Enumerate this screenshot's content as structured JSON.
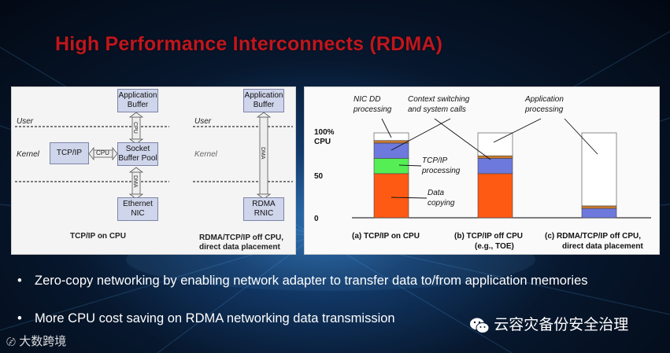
{
  "slide": {
    "title": "High Performance Interconnects (RDMA)",
    "bullets": [
      "Zero-copy networking by enabling network adapter to transfer data to/from application memories",
      "More CPU cost saving on RDMA networking data transmission"
    ]
  },
  "left_diagram": {
    "tcp": {
      "app_buffer": [
        "Application",
        "Buffer"
      ],
      "user_label": "User",
      "kernel_label": "Kernel",
      "tcpip_box": "TCP/IP",
      "cpu_side_label": "CPU",
      "socket_buffer": [
        "Socket",
        "Buffer Pool"
      ],
      "cpu_up_label": "CPU",
      "dma_label": "DMA",
      "nic": [
        "Ethernet",
        "NIC"
      ],
      "caption": "TCP/IP on CPU"
    },
    "rdma": {
      "app_buffer": [
        "Application",
        "Buffer"
      ],
      "user_label": "User",
      "kernel_label": "Kernel",
      "dma_label": "DMA",
      "nic": [
        "RDMA",
        "RNIC"
      ],
      "caption": [
        "RDMA/TCP/IP off CPU,",
        "direct data placement"
      ]
    }
  },
  "chart_data": {
    "type": "bar",
    "stacked": true,
    "categories": [
      "(a)  TCP/IP on CPU",
      "(b)  TCP/IP off CPU (e.g., TOE)",
      "(c)  RDMA/TCP/IP off CPU, direct data placement"
    ],
    "category_lines": [
      [
        "(a)  TCP/IP on CPU"
      ],
      [
        "(b)  TCP/IP off CPU",
        "(e.g., TOE)"
      ],
      [
        "(c)  RDMA/TCP/IP off CPU,",
        "direct data placement"
      ]
    ],
    "series": [
      {
        "name": "Data copying",
        "values": [
          52,
          52,
          0
        ],
        "color": "#ff5a14"
      },
      {
        "name": "TCP/IP processing",
        "values": [
          18,
          0,
          0
        ],
        "color": "#55ee55"
      },
      {
        "name": "Context switching and system calls",
        "values": [
          18,
          18,
          11
        ],
        "color": "#6d79dd"
      },
      {
        "name": "NIC DD processing",
        "values": [
          3,
          3,
          3
        ],
        "color": "#cc7a2c"
      },
      {
        "name": "Application processing",
        "values": [
          9,
          27,
          86
        ],
        "color": "#ffffff"
      }
    ],
    "ylim": [
      0,
      100
    ],
    "ytick_labels": [
      "0",
      "50",
      "100%\nCPU"
    ],
    "yticks": [
      0,
      50,
      100
    ],
    "annotations": {
      "nic": [
        "NIC DD",
        "processing"
      ],
      "ctx": [
        "Context switching",
        "and system calls"
      ],
      "app": [
        "Application",
        "processing"
      ],
      "tcpip": [
        "TCP/IP",
        "processing"
      ],
      "data": [
        "Data",
        "copying"
      ]
    }
  },
  "watermarks": {
    "logo_text": "大数跨境",
    "wechat_text": "云容灾备份安全治理"
  },
  "colors": {
    "title": "#c0161c",
    "box_fill": "#cfd5ea"
  }
}
